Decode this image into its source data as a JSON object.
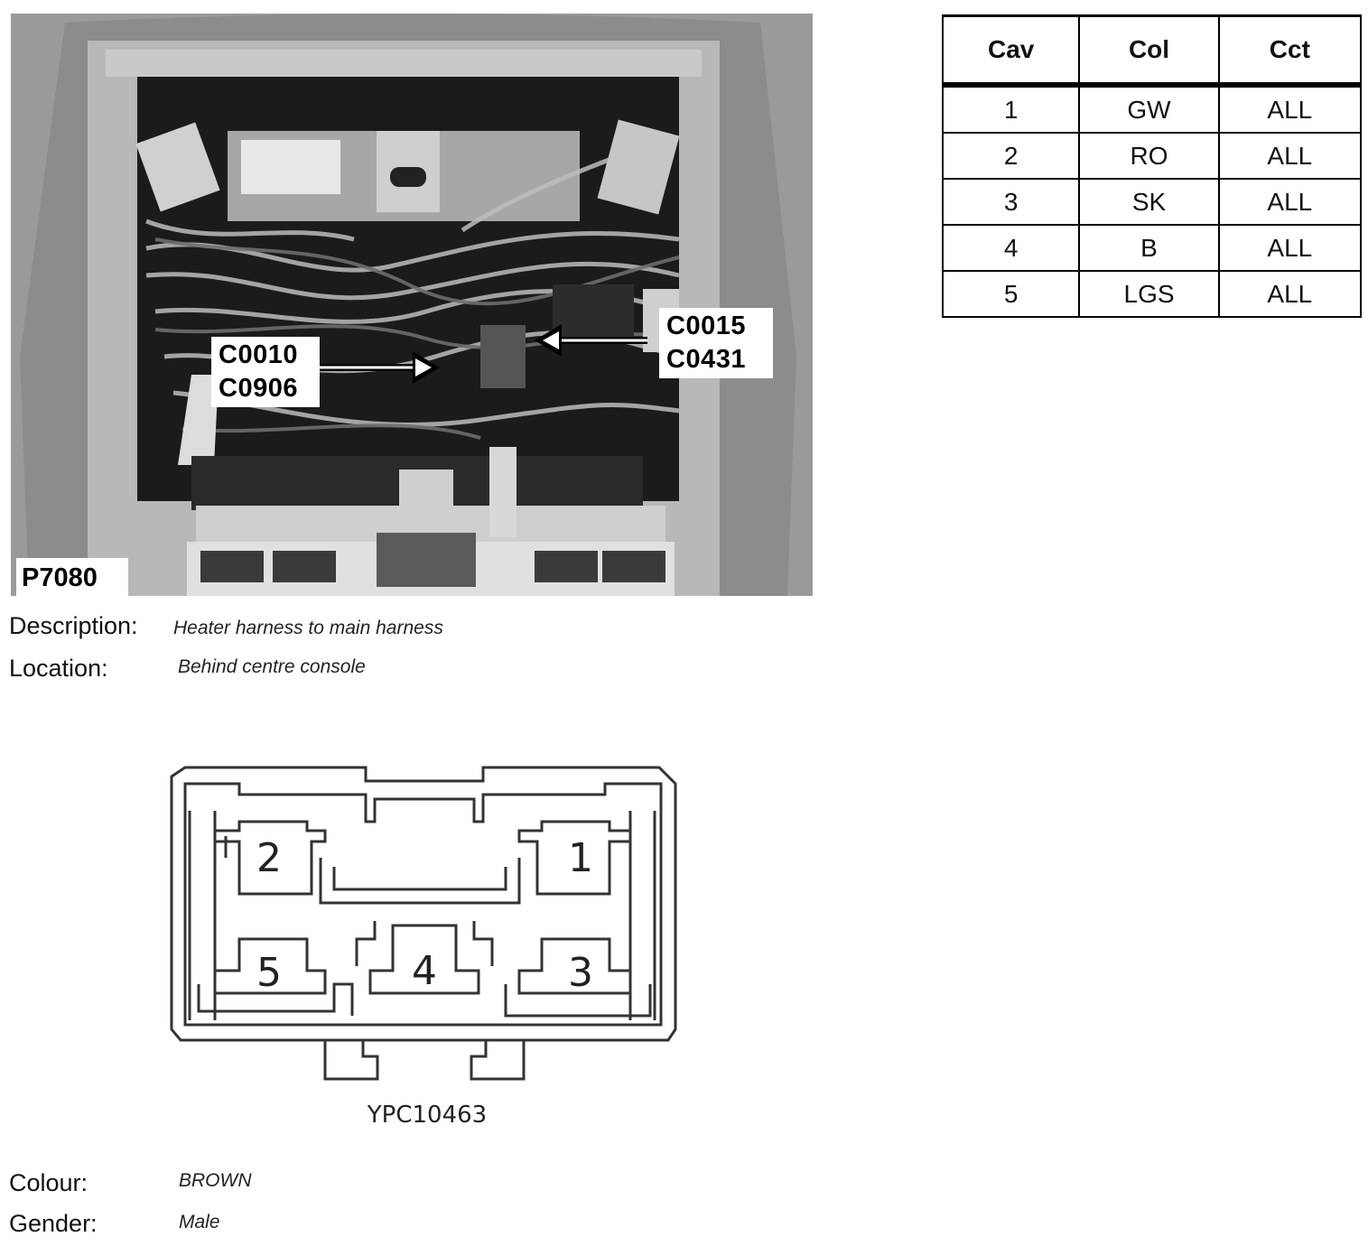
{
  "photo": {
    "callout_left_line1": "C0010",
    "callout_left_line2": "C0906",
    "callout_right_line1": "C0015",
    "callout_right_line2": "C0431",
    "photo_code": "P7080"
  },
  "description": {
    "label": "Description:",
    "value": "Heater harness to main harness"
  },
  "location": {
    "label": "Location:",
    "value": "Behind centre console"
  },
  "table": {
    "headers": [
      "Cav",
      "Col",
      "Cct"
    ],
    "rows": [
      [
        "1",
        "GW",
        "ALL"
      ],
      [
        "2",
        "RO",
        "ALL"
      ],
      [
        "3",
        "SK",
        "ALL"
      ],
      [
        "4",
        "B",
        "ALL"
      ],
      [
        "5",
        "LGS",
        "ALL"
      ]
    ]
  },
  "connector": {
    "cavities": [
      "2",
      "1",
      "5",
      "4",
      "3"
    ],
    "part_code": "YPC10463"
  },
  "colour": {
    "label": "Colour:",
    "value": "BROWN"
  },
  "gender": {
    "label": "Gender:",
    "value": "Male"
  }
}
